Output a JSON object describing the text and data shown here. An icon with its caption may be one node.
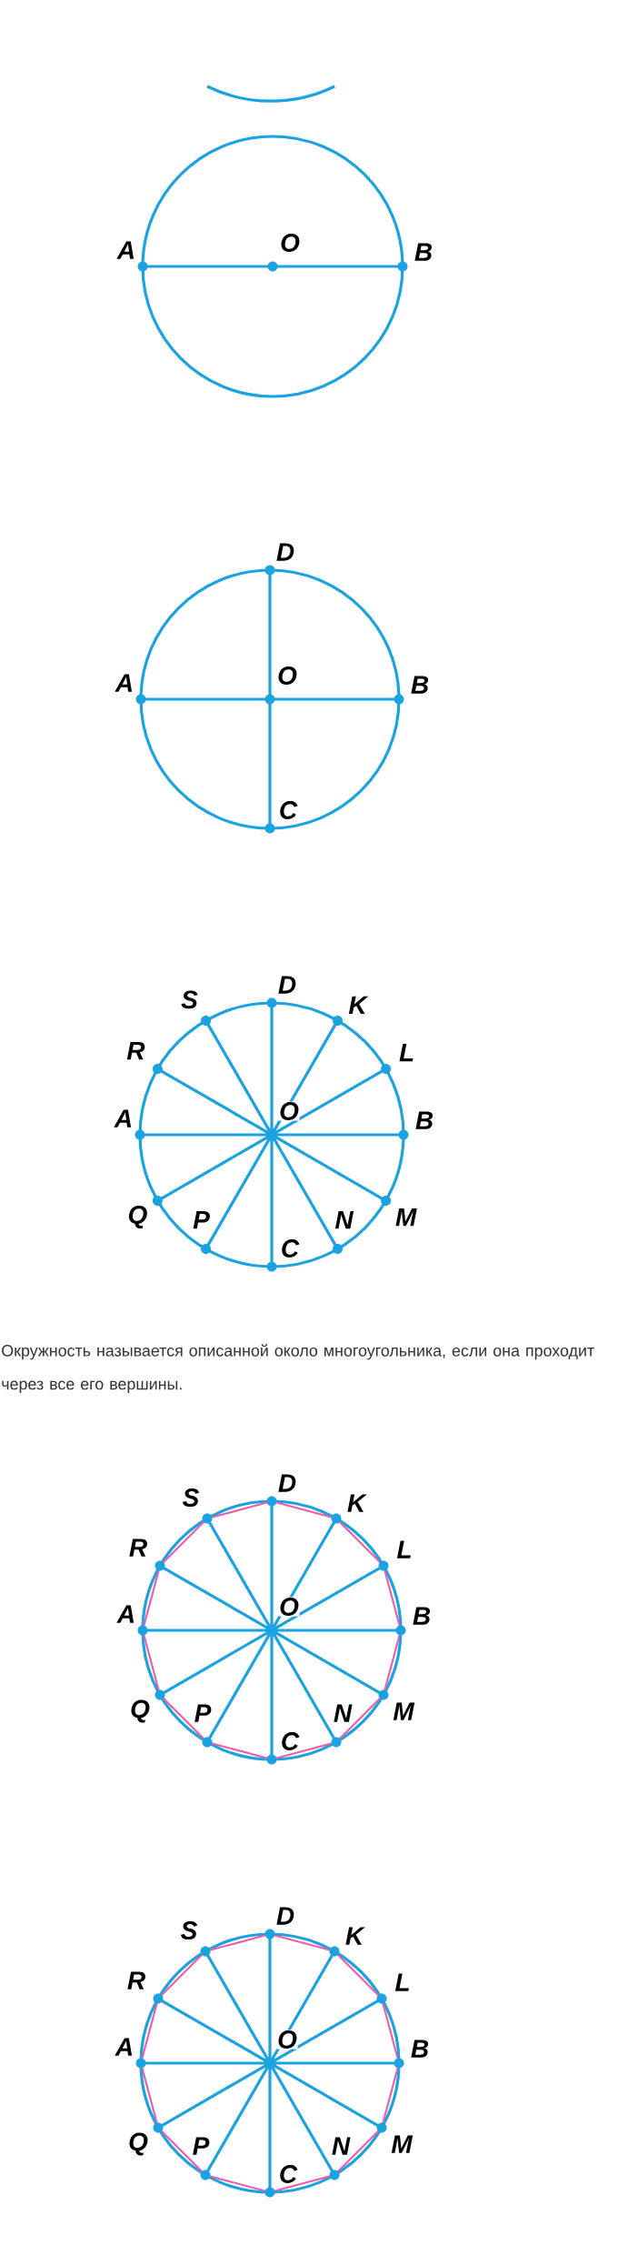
{
  "diagram": {
    "labels": [
      "A",
      "O",
      "B",
      "D",
      "A",
      "O",
      "B",
      "C",
      "D",
      "S",
      "K",
      "R",
      "L",
      "A",
      "O",
      "B",
      "Q",
      "P",
      "N",
      "M",
      "C",
      "Окружность называется описанной около многоугольника, если она проходит через все его вершины.",
      "D",
      "S",
      "K",
      "R",
      "L",
      "A",
      "O",
      "B",
      "Q",
      "P",
      "N",
      "M",
      "C",
      "D",
      "S",
      "K",
      "R",
      "L",
      "A",
      "O",
      "B",
      "Q",
      "P",
      "N",
      "M",
      "C"
    ]
  }
}
